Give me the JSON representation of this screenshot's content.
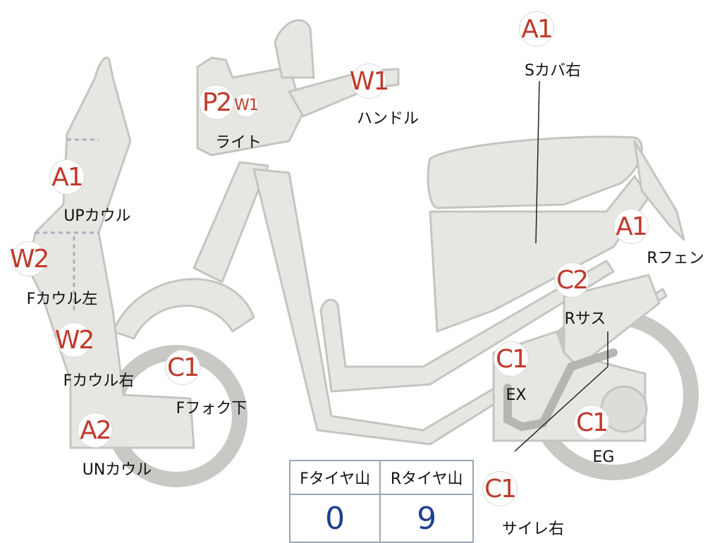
{
  "colors": {
    "body": "#e6e6e2",
    "outline": "#c4c4c0",
    "badge_text": "#c0392b",
    "value_text": "#1f3f8f"
  },
  "parts": [
    {
      "id": "a1-upcowl",
      "code": "A1",
      "label": "UPカウル"
    },
    {
      "id": "w2-fcowl-l",
      "code": "W2",
      "label": "Fカウル左"
    },
    {
      "id": "w2-fcowl-r",
      "code": "W2",
      "label": "Fカウル右"
    },
    {
      "id": "a2-uncowl",
      "code": "A2",
      "label": "UNカウル"
    },
    {
      "id": "c1-ffork",
      "code": "C1",
      "label": "Fフォク下"
    },
    {
      "id": "p2-light",
      "code": "P2",
      "label": "ライト"
    },
    {
      "id": "w1-light",
      "code": "W1",
      "label": ""
    },
    {
      "id": "w1-handle",
      "code": "W1",
      "label": "ハンドル"
    },
    {
      "id": "a1-scover",
      "code": "A1",
      "label": "Sカバ右"
    },
    {
      "id": "a1-rfender",
      "code": "A1",
      "label": "Rフェン"
    },
    {
      "id": "c2-rsus",
      "code": "C2",
      "label": "Rサス"
    },
    {
      "id": "c1-ex",
      "code": "C1",
      "label": "EX"
    },
    {
      "id": "c1-eg",
      "code": "C1",
      "label": "EG"
    },
    {
      "id": "c1-muffler",
      "code": "C1",
      "label": "サイレ右"
    }
  ],
  "tire_table": {
    "headers": [
      "Fタイヤ山",
      "Rタイヤ山"
    ],
    "values": [
      "0",
      "9"
    ]
  }
}
